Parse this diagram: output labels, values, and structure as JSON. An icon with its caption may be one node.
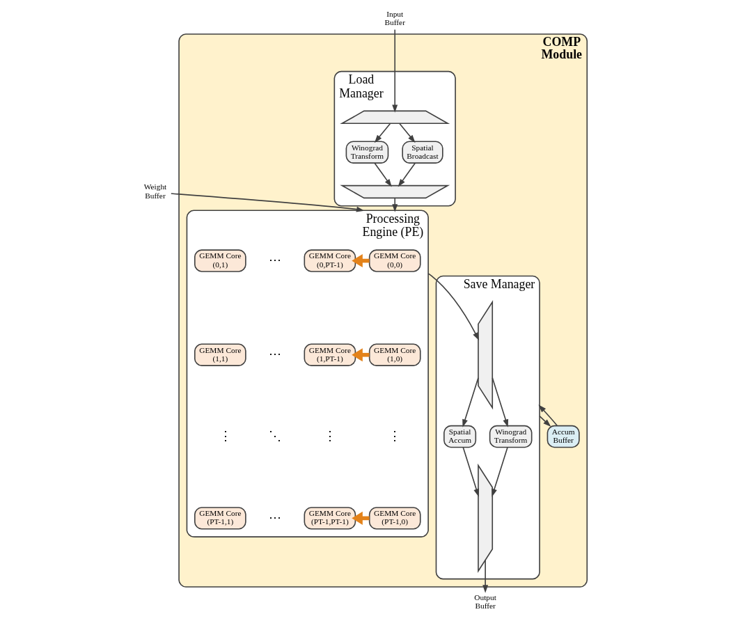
{
  "diagram": {
    "nodes": [
      {
        "text": [
          "COMP Module"
        ]
      },
      {
        "text": [
          "Load Manager"
        ],
        "in": 0
      },
      {
        "text": [],
        "shape": "trapezoid",
        "in": 1
      },
      {
        "text": [
          "Winograd Transform"
        ],
        "in": 1
      },
      {
        "text": [
          "Spatial Broadcast"
        ],
        "in": 1
      },
      {
        "text": [],
        "shape": "trapezoid",
        "in": 1
      },
      {
        "text": [
          "Processing Engine (PE)"
        ],
        "in": 0
      },
      {
        "text": [
          "GEMM Core (0,0)"
        ],
        "in": 6
      },
      {
        "text": [
          "GEMM Core (0,1)"
        ],
        "in": 6
      },
      {
        "text": [
          "GEMM Core (0,PT-1)"
        ],
        "in": 6
      },
      {
        "text": [
          "GEMM Core (1,0)"
        ],
        "in": 6
      },
      {
        "text": [
          "GEMM Core (1,1)"
        ],
        "in": 6
      },
      {
        "text": [
          "GEMM Core (1,PT-1)"
        ],
        "in": 6
      },
      {
        "text": [
          "GEMM Core (PT-1,0)"
        ],
        "in": 6
      },
      {
        "text": [
          "GEMM Core (PT-1,1)"
        ],
        "in": 6
      },
      {
        "text": [
          "GEMM Core (PT-1,PT-1)"
        ],
        "in": 6
      },
      {
        "text": [
          "Save Manager"
        ],
        "in": 0
      },
      {
        "text": [],
        "shape": "trapezoid",
        "in": 16
      },
      {
        "text": [
          "Spatial Accum"
        ],
        "in": 16
      },
      {
        "text": [
          "Winograd Transform"
        ],
        "in": 16
      },
      {
        "text": [],
        "shape": "trapezoid",
        "in": 16
      },
      {
        "text": [
          "Accum Buffer"
        ],
        "in": 0
      },
      {
        "text": [
          "Input Buffer"
        ]
      },
      {
        "text": [
          "Weight Buffer"
        ]
      },
      {
        "text": [
          "Output Buffer"
        ]
      }
    ],
    "edges": [
      {
        "from": 22,
        "to": 2,
        "arrow": "to"
      },
      {
        "from": 2,
        "to": 3,
        "arrow": "to"
      },
      {
        "from": 2,
        "to": 4,
        "arrow": "to"
      },
      {
        "from": 3,
        "to": 5,
        "arrow": "to"
      },
      {
        "from": 4,
        "to": 5,
        "arrow": "to"
      },
      {
        "from": 5,
        "to": 6,
        "arrow": "to"
      },
      {
        "from": 23,
        "to": 6,
        "arrow": "to"
      },
      {
        "from": 7,
        "to": 9,
        "arrow": "to",
        "style": "thick",
        "color": "#e3821a"
      },
      {
        "from": 10,
        "to": 12,
        "arrow": "to",
        "style": "thick",
        "color": "#e3821a"
      },
      {
        "from": 13,
        "to": 15,
        "arrow": "to",
        "style": "thick",
        "color": "#e3821a"
      },
      {
        "from": 6,
        "to": 17,
        "arrow": "to"
      },
      {
        "from": 17,
        "to": 18,
        "arrow": "to"
      },
      {
        "from": 17,
        "to": 19,
        "arrow": "to"
      },
      {
        "from": 18,
        "to": 20,
        "arrow": "to"
      },
      {
        "from": 19,
        "to": 20,
        "arrow": "to"
      },
      {
        "from": 16,
        "to": 21,
        "arrow": "to"
      },
      {
        "from": 21,
        "to": 16,
        "arrow": "to"
      },
      {
        "from": 20,
        "to": 24,
        "arrow": "to"
      }
    ],
    "labels": [
      "⋯",
      "⋯",
      "⋮",
      "⋮",
      "⋱",
      "⋮",
      "⋯"
    ]
  }
}
